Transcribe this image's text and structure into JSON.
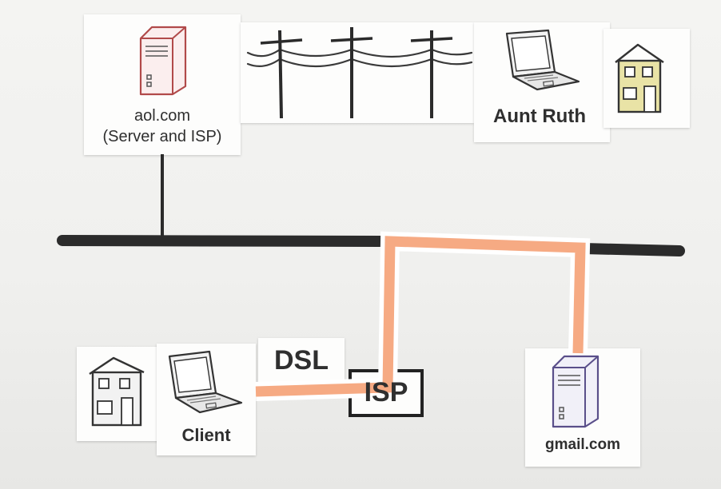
{
  "labels": {
    "aol": "aol.com",
    "aol_sub": "(Server and ISP)",
    "aunt_ruth": "Aunt Ruth",
    "client": "Client",
    "dsl": "DSL",
    "isp": "ISP",
    "gmail": "gmail.com"
  },
  "icons": [
    "server-icon",
    "utility-poles-icon",
    "laptop-icon",
    "house-icon"
  ],
  "colors": {
    "backbone": "#2b2b2b",
    "route": "#f6a57c",
    "server_aol": "#b14a4a",
    "server_gmail": "#5a4f8a",
    "house_aunt": "#e9e3a6"
  }
}
